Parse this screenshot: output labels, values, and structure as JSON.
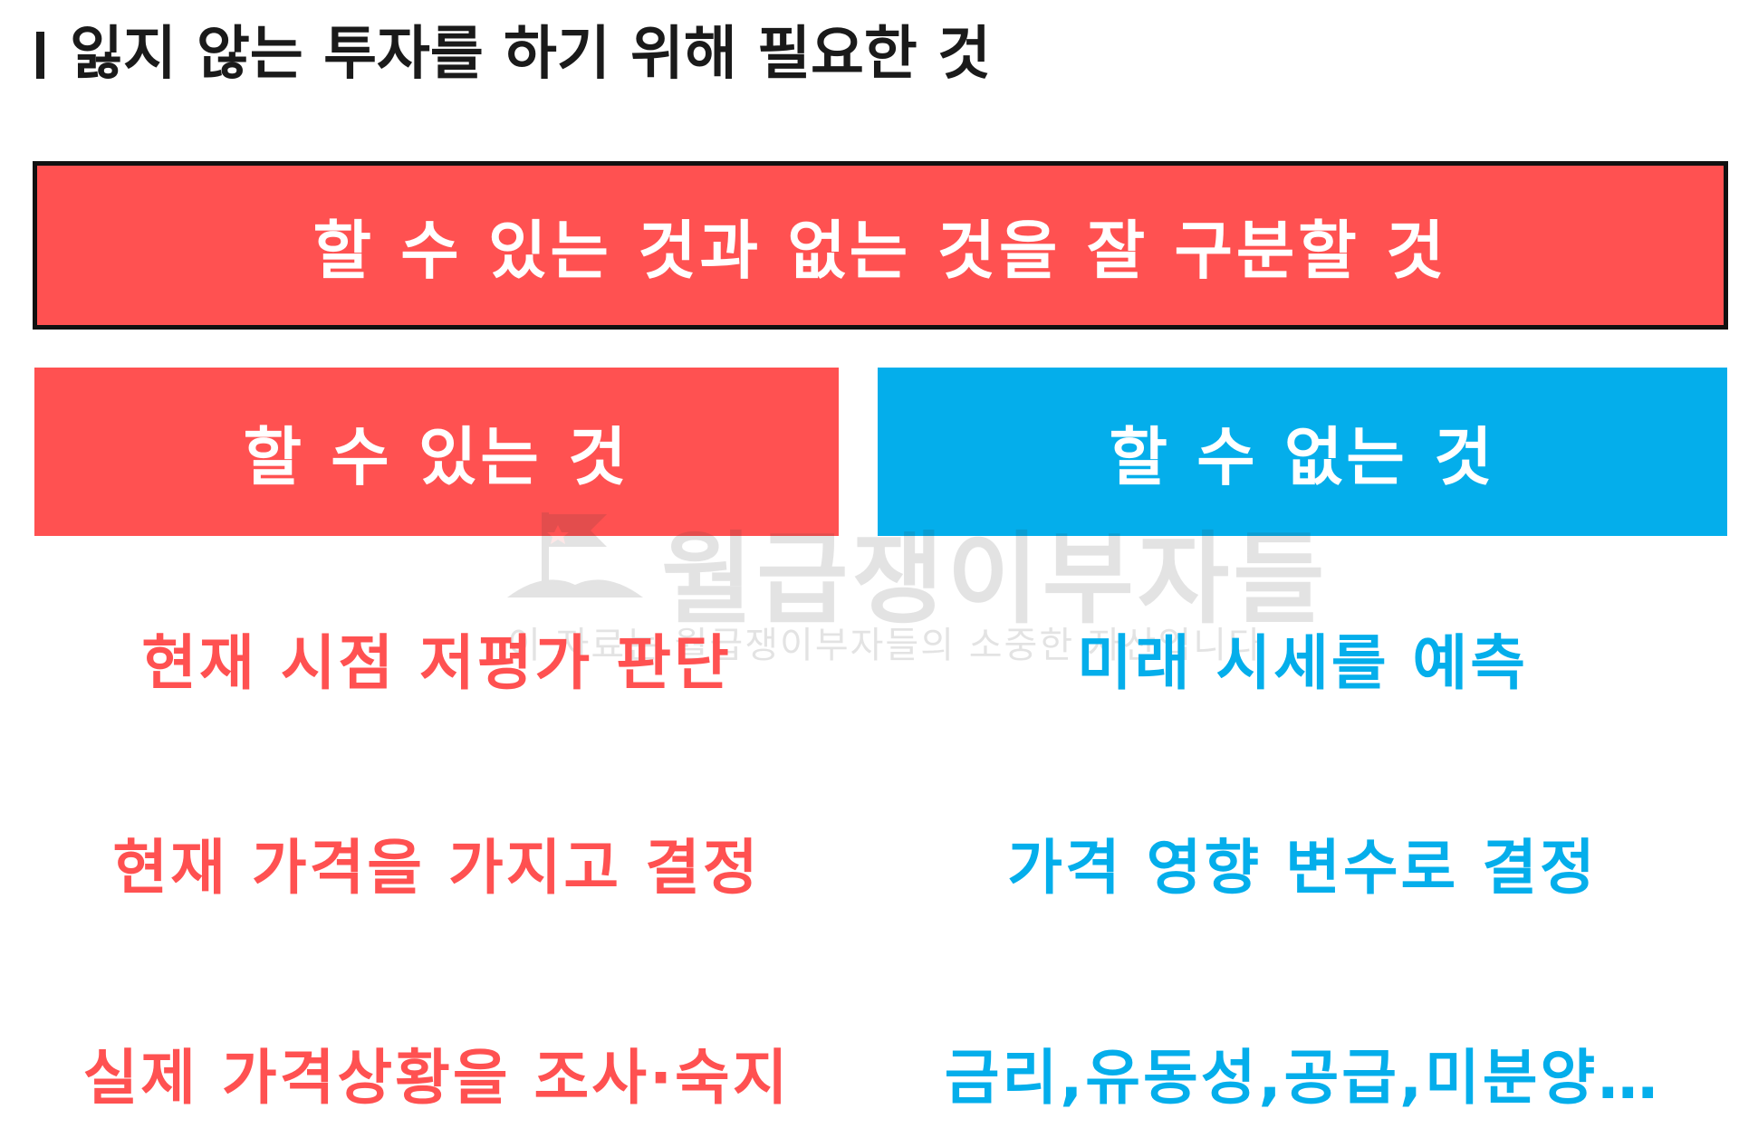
{
  "title": "잃지 않는 투자를 하기 위해 필요한 것",
  "banner": "할 수 있는 것과 없는 것을 잘 구분할 것",
  "columns": {
    "can": {
      "header": "할 수 있는 것",
      "items": [
        "현재 시점 저평가 판단",
        "현재 가격을 가지고 결정",
        "실제 가격상황을 조사·숙지"
      ]
    },
    "cannot": {
      "header": "할 수 없는 것",
      "items": [
        "미래 시세를 예측",
        "가격 영향 변수로 결정",
        "금리,유동성,공급,미분양…"
      ]
    }
  },
  "watermark": {
    "main": "월급쟁이부자들",
    "sub": "이 자료는 월급쟁이부자들의 소중한 자산입니다"
  },
  "colors": {
    "red": "#ff5151",
    "blue": "#04aeeb",
    "dark": "#1a1a1a"
  }
}
